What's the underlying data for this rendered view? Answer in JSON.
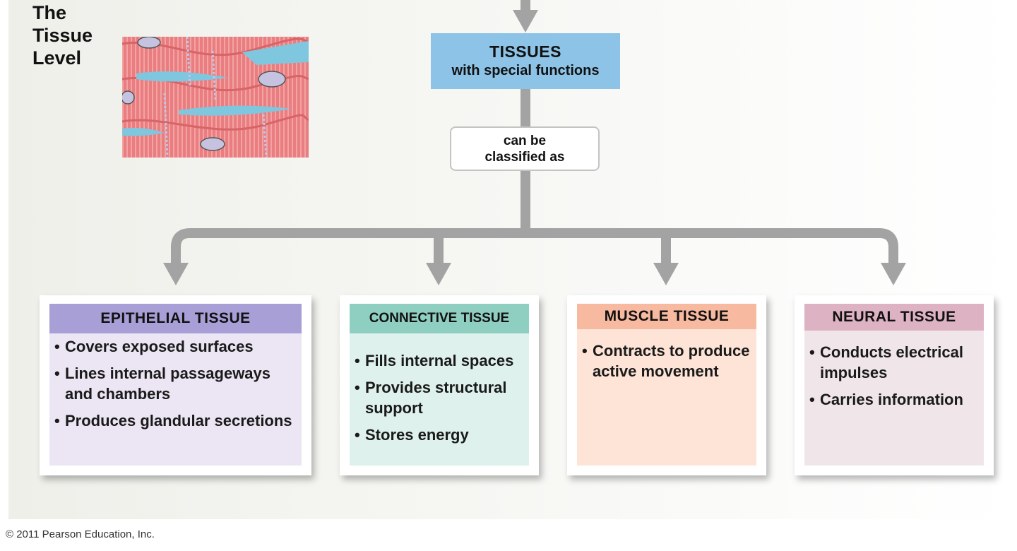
{
  "title": [
    "The",
    "Tissue",
    "Level"
  ],
  "central": {
    "title": "TISSUES",
    "subtitle": "with special functions"
  },
  "connector_label": [
    "can be",
    "classified as"
  ],
  "categories": [
    {
      "name": "EPITHELIAL TISSUE",
      "header_color": "#a79fd6",
      "body_color": "#ece6f4",
      "items": [
        "Covers exposed surfaces",
        "Lines internal passageways and chambers",
        "Produces glandular secretions"
      ]
    },
    {
      "name": "CONNECTIVE TISSUE",
      "header_color": "#8fcfc1",
      "body_color": "#def1ec",
      "items": [
        "Fills internal spaces",
        "Provides structural support",
        "Stores energy"
      ]
    },
    {
      "name": "MUSCLE TISSUE",
      "header_color": "#f7b9a0",
      "body_color": "#fde4d7",
      "items": [
        "Contracts to produce active movement"
      ]
    },
    {
      "name": "NEURAL TISSUE",
      "header_color": "#ddb3c3",
      "body_color": "#f0e6e9",
      "items": [
        "Conducts electrical impulses",
        "Carries information"
      ]
    }
  ],
  "copyright": "© 2011 Pearson Education, Inc.",
  "colors": {
    "central_box": "#8dc3e6",
    "connector": "#a3a3a3",
    "micrograph": "#e6787a"
  }
}
